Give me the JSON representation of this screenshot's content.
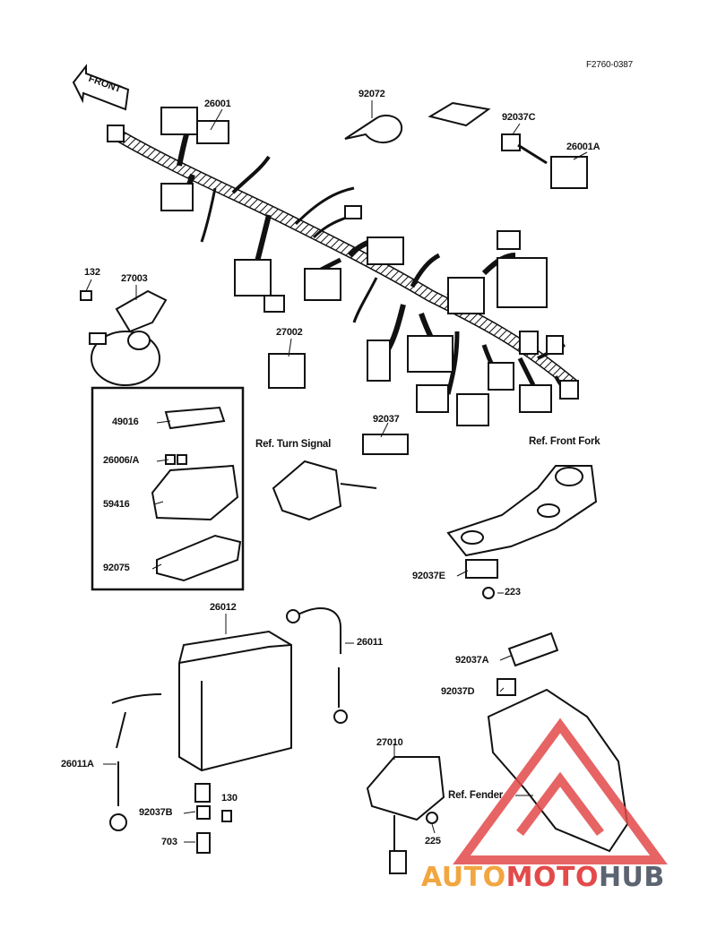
{
  "figure_code": "F2760-0387",
  "front_label": "FRONT",
  "part_labels": {
    "p26001": "26001",
    "p92072": "92072",
    "p92037C": "92037C",
    "p26001A": "26001A",
    "p132": "132",
    "p27003": "27003",
    "p27002": "27002",
    "p49016": "49016",
    "p26006A": "26006/A",
    "p59416": "59416",
    "p92075": "92075",
    "p92037": "92037",
    "p92037E": "92037E",
    "p223": "223",
    "p26012": "26012",
    "p26011": "26011",
    "p92037A": "92037A",
    "p92037D": "92037D",
    "p27010": "27010",
    "p26011A": "26011A",
    "p130": "130",
    "p92037B": "92037B",
    "p703": "703",
    "p225": "225"
  },
  "ref_labels": {
    "turn_signal": "Ref. Turn Signal",
    "front_fork": "Ref. Front Fork",
    "fender": "Ref. Fender"
  },
  "watermark": {
    "part1": "AUTO",
    "part2": "MOTO",
    "part3": "HUB"
  },
  "colors": {
    "line": "#111111",
    "watermark_red": "#e34a4a",
    "watermark_orange": "#f2a640",
    "watermark_gray": "#5b6470"
  }
}
